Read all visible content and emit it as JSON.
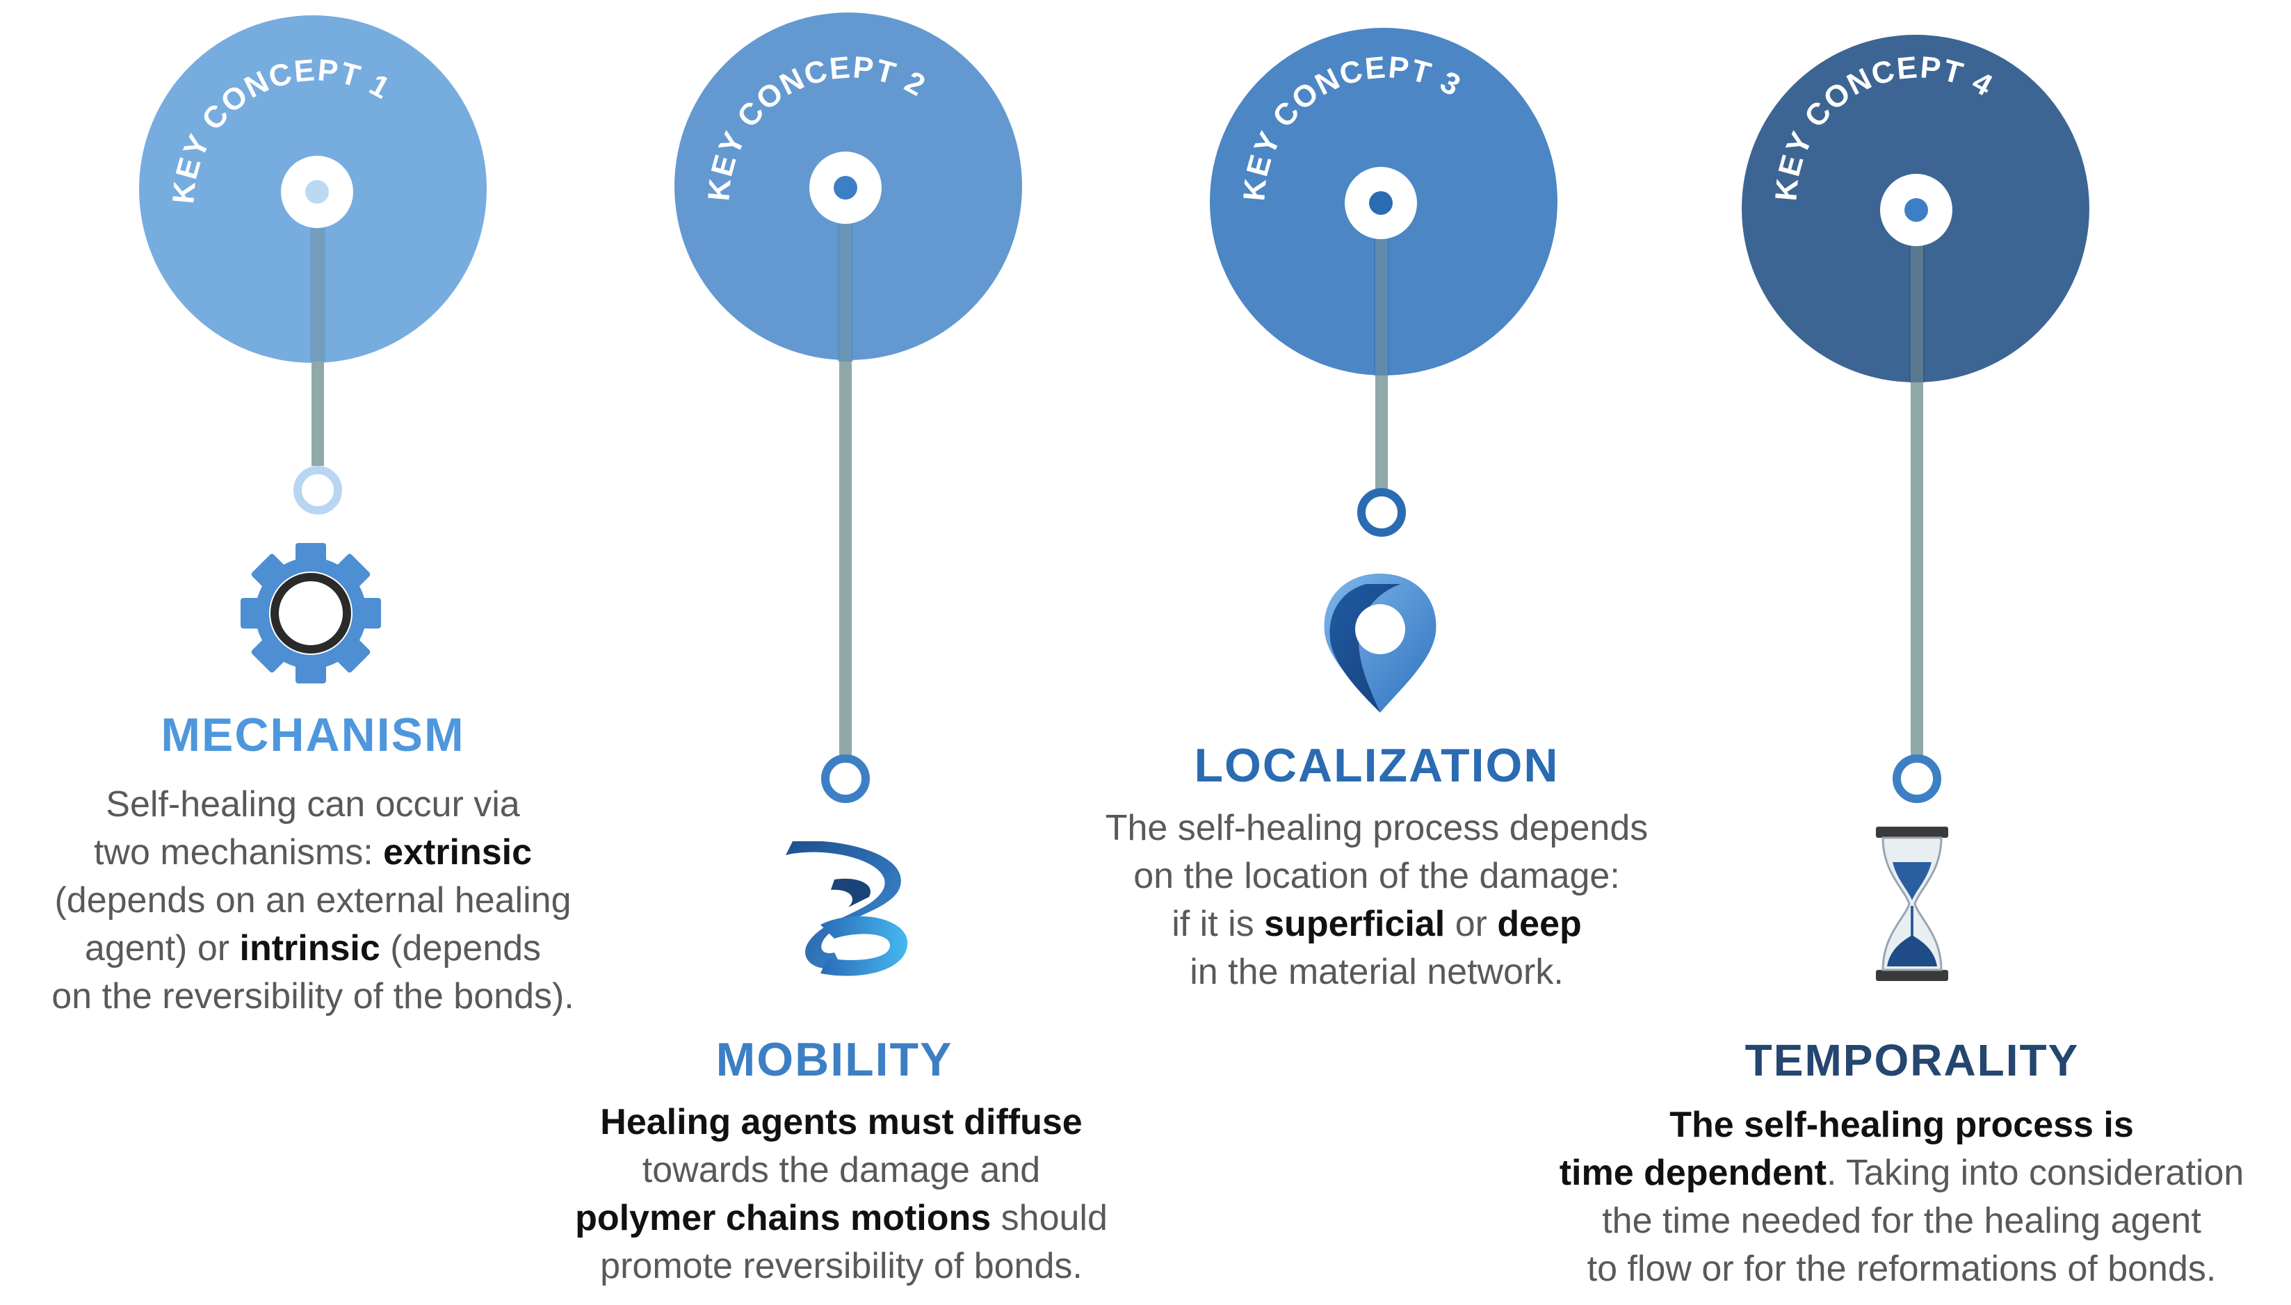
{
  "concepts": [
    {
      "label": "KEY CONCEPT 1",
      "title": "MECHANISM",
      "icon": "gear-icon",
      "color": "#77acdf",
      "title_color": "#4e97dc",
      "desc": [
        [
          {
            "t": "Self-healing can occur via"
          }
        ],
        [
          {
            "t": "two mechanisms: "
          },
          {
            "t": "extrinsic",
            "b": true
          }
        ],
        [
          {
            "t": "(depends on an external healing"
          }
        ],
        [
          {
            "t": "agent) or "
          },
          {
            "t": "intrinsic",
            "b": true
          },
          {
            "t": " (depends"
          }
        ],
        [
          {
            "t": "on the reversibility of the bonds)."
          }
        ]
      ]
    },
    {
      "label": "KEY CONCEPT 2",
      "title": "MOBILITY",
      "icon": "helix-icon",
      "color": "#6399d0",
      "title_color": "#3d7fc4",
      "desc": [
        [
          {
            "t": "Healing agents must diffuse",
            "b": true
          }
        ],
        [
          {
            "t": "towards the damage and"
          }
        ],
        [
          {
            "t": "polymer chains motions",
            "b": true
          },
          {
            "t": " should"
          }
        ],
        [
          {
            "t": "promote reversibility of bonds."
          }
        ]
      ]
    },
    {
      "label": "KEY CONCEPT 3",
      "title": "LOCALIZATION",
      "icon": "location-pin-icon",
      "color": "#4c86c4",
      "title_color": "#2a6bb2",
      "desc": [
        [
          {
            "t": "The self-healing process depends"
          }
        ],
        [
          {
            "t": "on the location of the damage:"
          }
        ],
        [
          {
            "t": "if it is "
          },
          {
            "t": "superficial",
            "b": true
          },
          {
            "t": " or "
          },
          {
            "t": "deep",
            "b": true
          }
        ],
        [
          {
            "t": "in the material network."
          }
        ]
      ]
    },
    {
      "label": "KEY CONCEPT 4",
      "title": "TEMPORALITY",
      "icon": "hourglass-icon",
      "color": "#3d6593",
      "title_color": "#24466f",
      "desc": [
        [
          {
            "t": "The self-healing process is",
            "b": true
          }
        ],
        [
          {
            "t": "time dependent",
            "b": true
          },
          {
            "t": ". Taking into consideration"
          }
        ],
        [
          {
            "t": "the time needed for the healing agent"
          }
        ],
        [
          {
            "t": "to flow or for the reformations of bonds."
          }
        ]
      ]
    }
  ]
}
